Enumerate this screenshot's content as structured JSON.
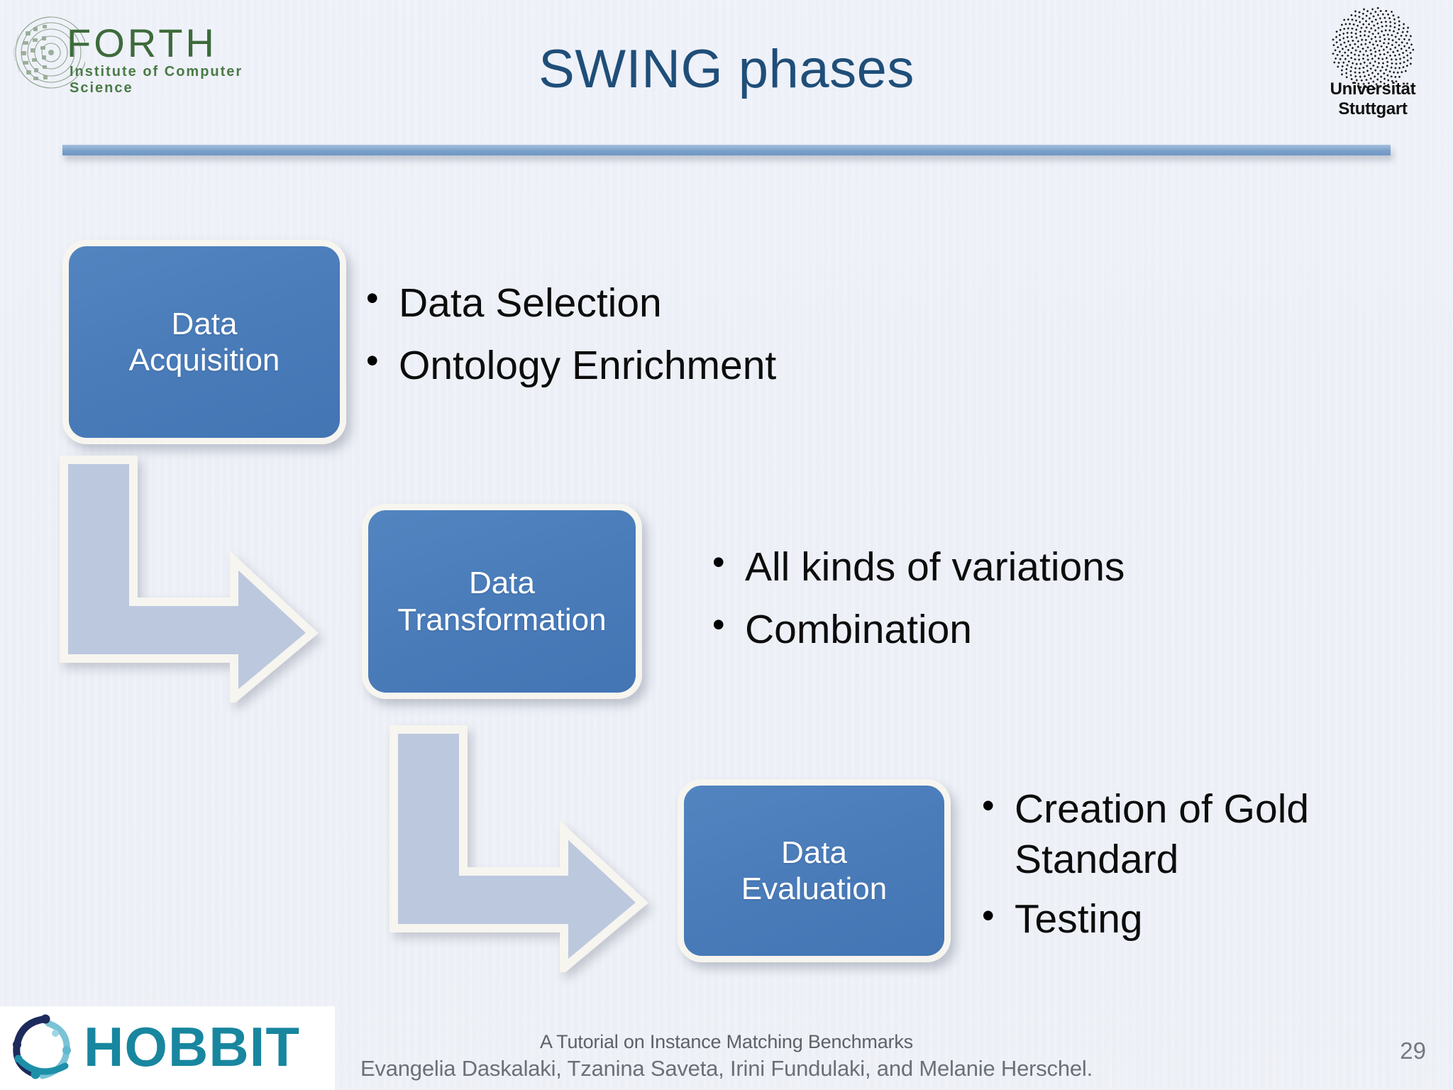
{
  "slide": {
    "title": "SWING phases",
    "page_number": "29",
    "accent_color": "#1f4e79",
    "box_color": "#4a7cba",
    "arrow_color": "#bcc8de",
    "rule_color": "#7ba0ca",
    "background_color": "#eef1f7"
  },
  "branding": {
    "forth": {
      "name": "FORTH",
      "subtitle": "Institute of Computer Science",
      "color": "#3d6b3b",
      "icon": "phaistos-disc-icon"
    },
    "stuttgart": {
      "name": "Universität Stuttgart",
      "icon": "stuttgart-dot-spiral-icon"
    },
    "hobbit": {
      "name": "HOBBIT",
      "color": "#18869f",
      "icon": "hobbit-swirl-icon"
    }
  },
  "phases": [
    {
      "id": "acquisition",
      "label": "Data\nAcquisition",
      "bullets": [
        "Data Selection",
        "Ontology Enrichment"
      ]
    },
    {
      "id": "transformation",
      "label": "Data\nTransformation",
      "bullets": [
        "All kinds of variations",
        "Combination"
      ]
    },
    {
      "id": "evaluation",
      "label": "Data\nEvaluation",
      "bullets": [
        "Creation of Gold Standard",
        "Testing"
      ]
    }
  ],
  "connectors": [
    {
      "id": "arrow-acquisition-to-transformation",
      "icon": "bent-arrow-icon"
    },
    {
      "id": "arrow-transformation-to-evaluation",
      "icon": "bent-arrow-icon"
    }
  ],
  "footer": {
    "line1": "A Tutorial on Instance Matching Benchmarks",
    "line2": "Evangelia Daskalaki, Tzanina Saveta, Irini Fundulaki, and Melanie Herschel."
  }
}
